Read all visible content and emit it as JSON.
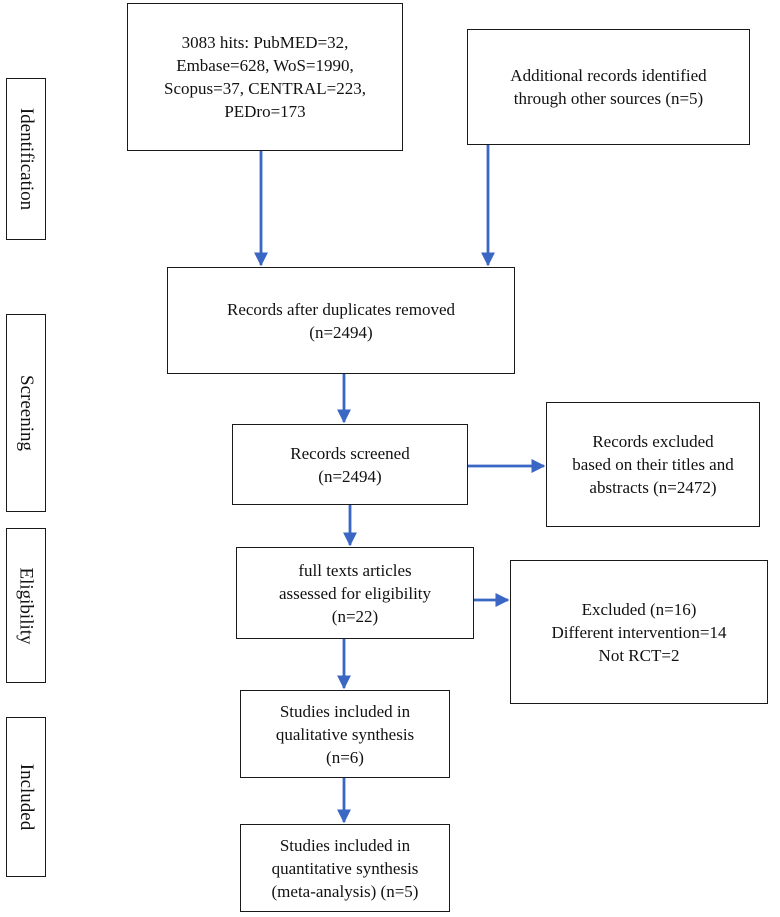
{
  "colors": {
    "arrow": "#3a66c4",
    "border": "#1a1a1a",
    "text": "#111111"
  },
  "stages": {
    "identification": "Identification",
    "screening": "Screening",
    "eligibility": "Eligibility",
    "included": "Included"
  },
  "boxes": {
    "database_hits": [
      "3083 hits: PubMED=32,",
      "Embase=628, WoS=1990,",
      "Scopus=37, CENTRAL=223,",
      "PEDro=173"
    ],
    "additional_records": [
      "Additional records identified",
      "through other sources (n=5)"
    ],
    "duplicates_removed": [
      "Records after duplicates removed",
      "(n=2494)"
    ],
    "records_screened": [
      "Records screened",
      "(n=2494)"
    ],
    "records_excluded": [
      "Records excluded",
      "based on their titles and",
      "abstracts (n=2472)"
    ],
    "full_texts": [
      "full texts articles",
      "assessed for eligibility",
      "(n=22)"
    ],
    "excluded_fulltext": [
      "Excluded (n=16)",
      "Different intervention=14",
      "Not RCT=2"
    ],
    "qualitative": [
      "Studies included in",
      "qualitative synthesis",
      "(n=6)"
    ],
    "quantitative": [
      "Studies included in",
      "quantitative synthesis",
      "(meta-analysis) (n=5)"
    ]
  }
}
